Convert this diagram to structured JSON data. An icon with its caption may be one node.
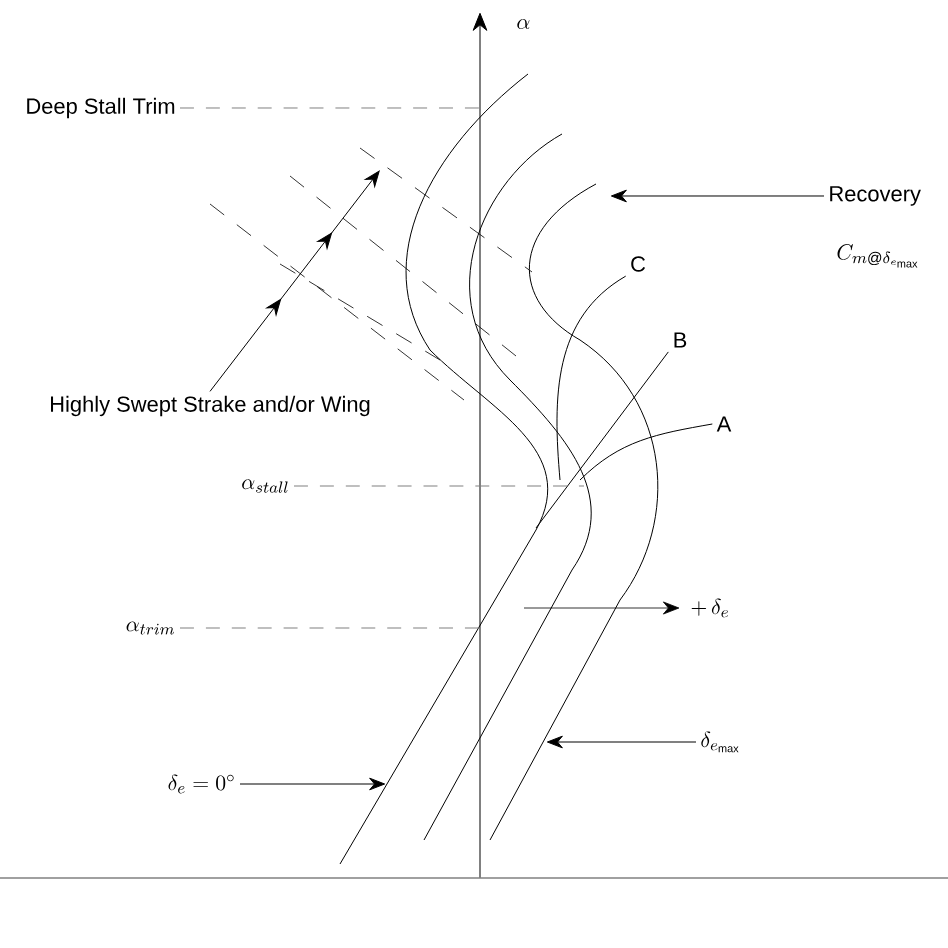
{
  "diagram": {
    "nodes": [
      {
        "text": [
          "Deep Stall Trim"
        ]
      },
      {
        "text": [
          "Recovery"
        ]
      },
      {
        "text": [
          "C"
        ]
      },
      {
        "text": [
          "B"
        ]
      },
      {
        "text": [
          "A"
        ]
      },
      {
        "text": [
          "Highly Swept Strake and/or Wing"
        ]
      },
      {
        "text": [
          "\\alpha_{stall}"
        ]
      },
      {
        "text": [
          "\\alpha_{trim}"
        ]
      },
      {
        "text": [
          "\\delta_e = 0^\\circ"
        ]
      },
      {
        "text": [
          "\\delta_{e_{\\max}}"
        ]
      }
    ],
    "edges": [
      {
        "from": 0,
        "to": null,
        "arrow": "none",
        "style": "dashed",
        "color": "#808080"
      },
      {
        "from": 1,
        "to": null,
        "arrow": "to"
      },
      {
        "from": 2,
        "to": null,
        "arrow": "none"
      },
      {
        "from": 3,
        "to": null,
        "arrow": "none"
      },
      {
        "from": 4,
        "to": null,
        "arrow": "none"
      },
      {
        "from": 5,
        "to": null,
        "arrow": "to"
      },
      {
        "from": 6,
        "to": null,
        "arrow": "none",
        "style": "dashed",
        "color": "#808080"
      },
      {
        "from": 7,
        "to": null,
        "arrow": "none",
        "style": "dashed",
        "color": "#808080"
      },
      {
        "from": 8,
        "to": null,
        "arrow": "to"
      },
      {
        "from": 9,
        "to": null,
        "arrow": "to"
      }
    ],
    "labels": [
      "\\alpha",
      "C_{m@\\delta_{e_{\\max}}}",
      "+\\,\\delta_e"
    ]
  }
}
